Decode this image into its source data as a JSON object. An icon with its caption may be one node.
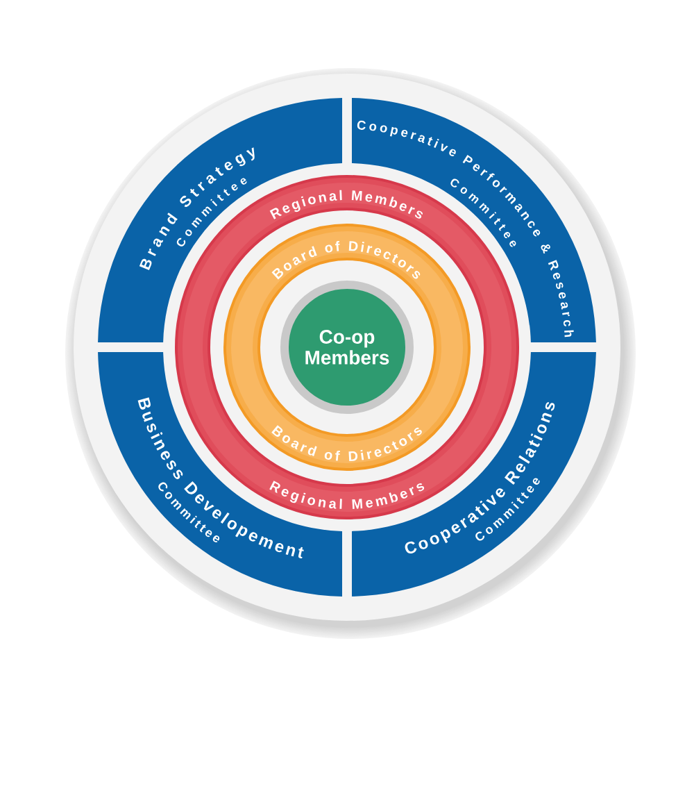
{
  "diagram": {
    "nodes": [
      {
        "text": [
          "Brand Strategy",
          "Committee"
        ]
      },
      {
        "text": [
          "Cooperative Performance & Research",
          "Committee"
        ]
      },
      {
        "text": [
          "Regional Members",
          "Regional Members"
        ]
      },
      {
        "text": [
          "Board of Directors",
          "Board of Directors"
        ],
        "in": 2
      },
      {
        "text": [
          "Co-op Members"
        ],
        "in": 3
      },
      {
        "text": [
          "Business Developement",
          "Committee"
        ]
      },
      {
        "text": [
          "Cooperative Relations",
          "Committee"
        ]
      }
    ]
  }
}
